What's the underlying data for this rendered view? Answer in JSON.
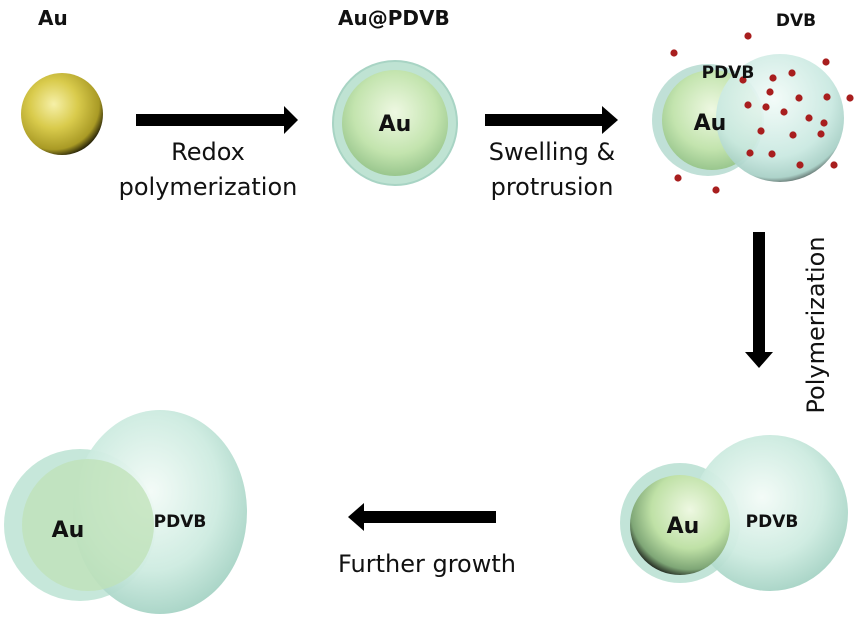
{
  "stages": {
    "gold_seed": {
      "title": "Au"
    },
    "core_shell": {
      "title": "Au@PDVB",
      "core_label": "Au"
    },
    "swollen": {
      "monomer_label": "DVB",
      "shell_label": "PDVB",
      "core_label": "Au"
    },
    "polymerized": {
      "core_label": "Au",
      "shell_label": "PDVB"
    },
    "grown": {
      "core_label": "Au",
      "shell_label": "PDVB"
    }
  },
  "steps": [
    {
      "line1": "Redox",
      "line2": "polymerization"
    },
    {
      "line1": "Swelling &",
      "line2": "protrusion"
    },
    {
      "line1": "Polymerization"
    },
    {
      "line1": "Further growth"
    }
  ],
  "colors": {
    "gold": "#d8c84a",
    "polymer": "#c9ecdf",
    "core_green": "#bfe3a8",
    "monomer_dot": "#a81e1e",
    "arrow": "#000000"
  }
}
